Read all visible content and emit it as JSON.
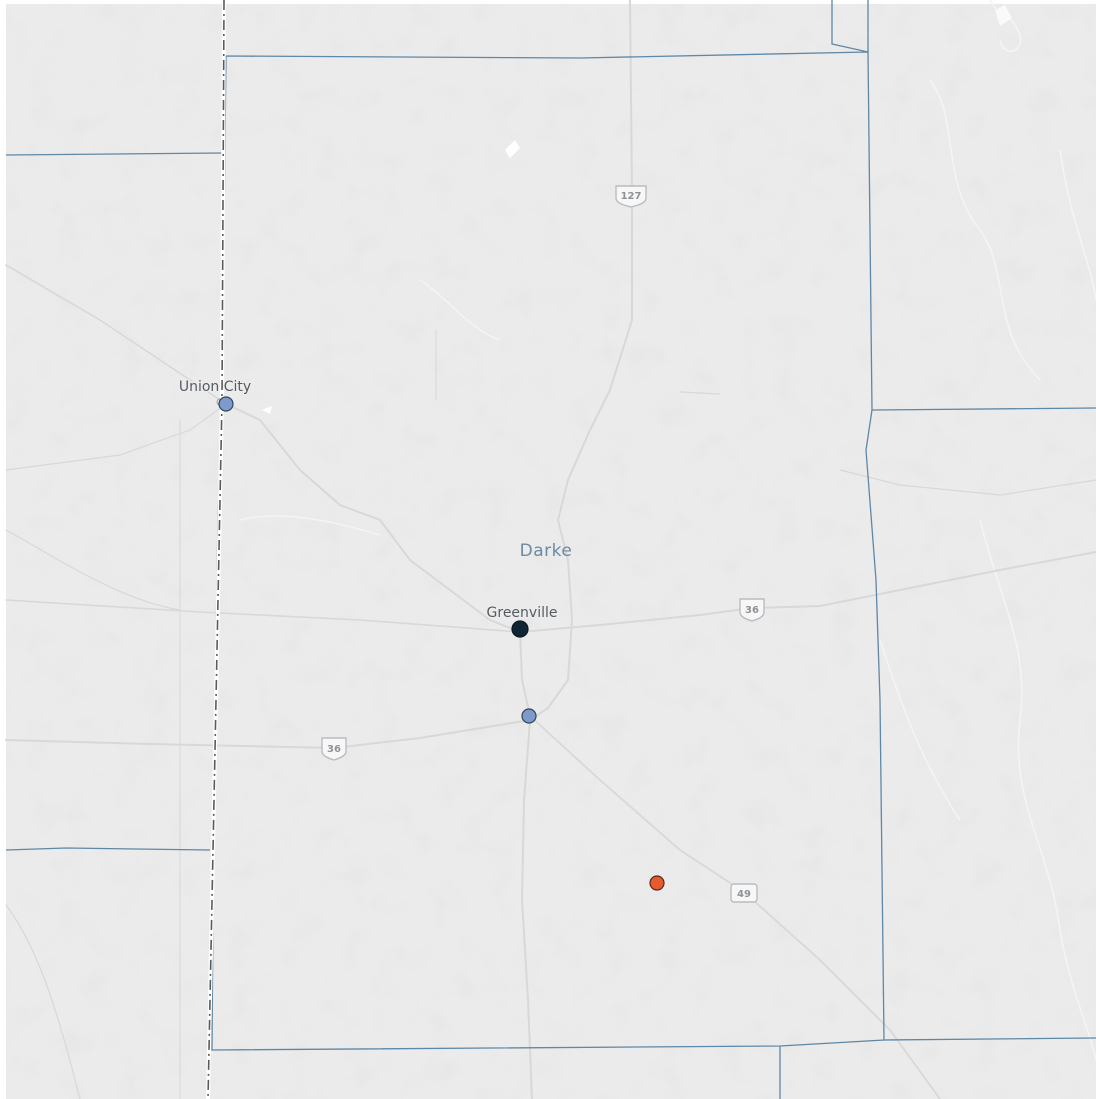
{
  "map": {
    "county_label": "Darke",
    "colors": {
      "land": "#ebebeb",
      "county_border": "#5f87a6",
      "road": "#d6d6d6",
      "state_line": "#5a5a5a"
    },
    "cities": [
      {
        "name": "Union City"
      },
      {
        "name": "Greenville"
      }
    ],
    "highway_shields": [
      {
        "route": "127"
      },
      {
        "route": "36"
      },
      {
        "route": "36"
      },
      {
        "route": "49"
      }
    ],
    "markers": [
      {
        "color": "#7e99cc"
      },
      {
        "color": "#0e2633"
      },
      {
        "color": "#7e99cc"
      },
      {
        "color": "#e55a2e"
      }
    ]
  }
}
